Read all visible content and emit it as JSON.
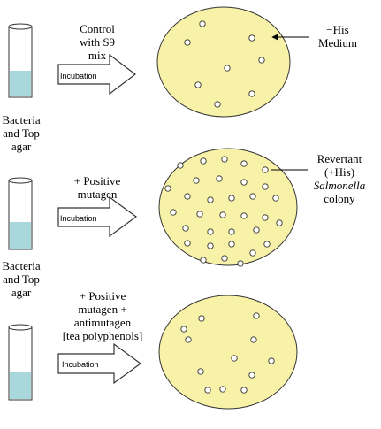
{
  "colors": {
    "plate_fill": "#f7f2a8",
    "liquid_fill": "#a8d8dc",
    "outline": "#333333"
  },
  "rows": [
    {
      "tube_label": [
        "Bacteria",
        "and Top",
        "agar"
      ],
      "condition": [
        "Control",
        "with S9",
        "mix"
      ],
      "arrow_label": "Incubation",
      "colony_count": 8
    },
    {
      "tube_label": [
        "Bacteria",
        "and Top",
        "agar"
      ],
      "condition": [
        "+ Positive",
        "mutagen"
      ],
      "arrow_label": "Incubation",
      "colony_count": 33
    },
    {
      "tube_label": [],
      "condition": [
        "+ Positive",
        "mutagen +",
        "antimutagen",
        "[tea polyphenols]"
      ],
      "arrow_label": "Incubation",
      "colony_count": 12
    }
  ],
  "annotations": {
    "medium": [
      "−His",
      "Medium"
    ],
    "revertant": [
      "Revertant",
      "(+His)",
      "Salmonella",
      "colony"
    ]
  }
}
